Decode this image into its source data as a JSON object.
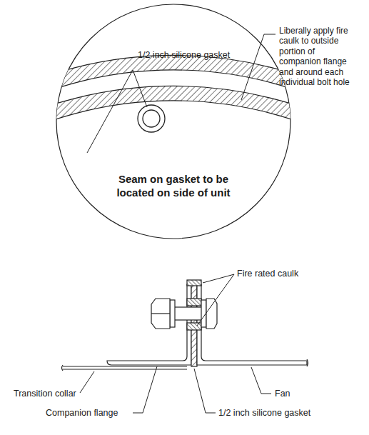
{
  "diagram": {
    "labels": [
      "1/2 inch silicone gasket",
      "Liberally apply fire caulk to outside portion of companion flange and around each individual bolt hole",
      "Seam on gasket to be located on side of unit",
      "Fire rated caulk",
      "Transition collar",
      "Fan",
      "Companion flange",
      "1/2 inch silicone gasket"
    ]
  }
}
